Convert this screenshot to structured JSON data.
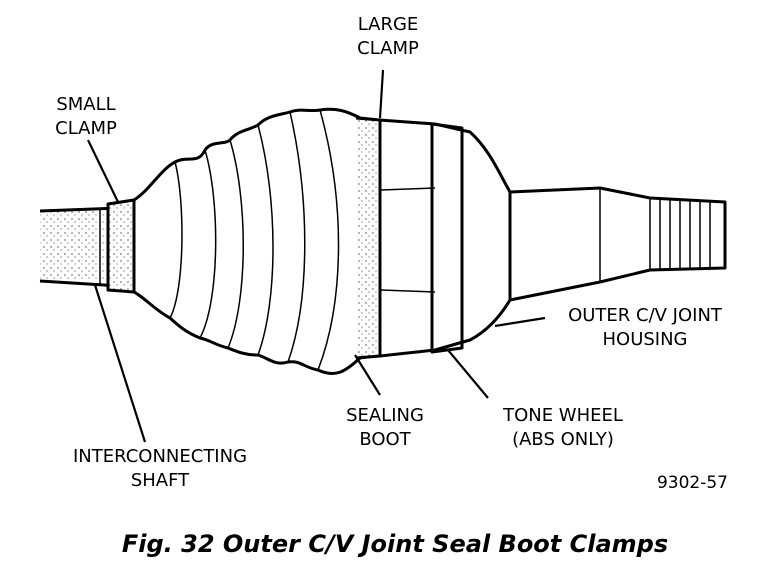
{
  "figure": {
    "caption": "Fig. 32 Outer C/V Joint Seal Boot Clamps",
    "figure_number": "9302-57"
  },
  "labels": {
    "large_clamp": [
      "LARGE",
      "CLAMP"
    ],
    "small_clamp": [
      "SMALL",
      "CLAMP"
    ],
    "outer_housing": [
      "OUTER C/V JOINT",
      "HOUSING"
    ],
    "sealing_boot": [
      "SEALING",
      "BOOT"
    ],
    "tone_wheel": [
      "TONE WHEEL",
      "(ABS ONLY)"
    ],
    "interconnecting_shaft": [
      "INTERCONNECTING",
      "SHAFT"
    ]
  }
}
